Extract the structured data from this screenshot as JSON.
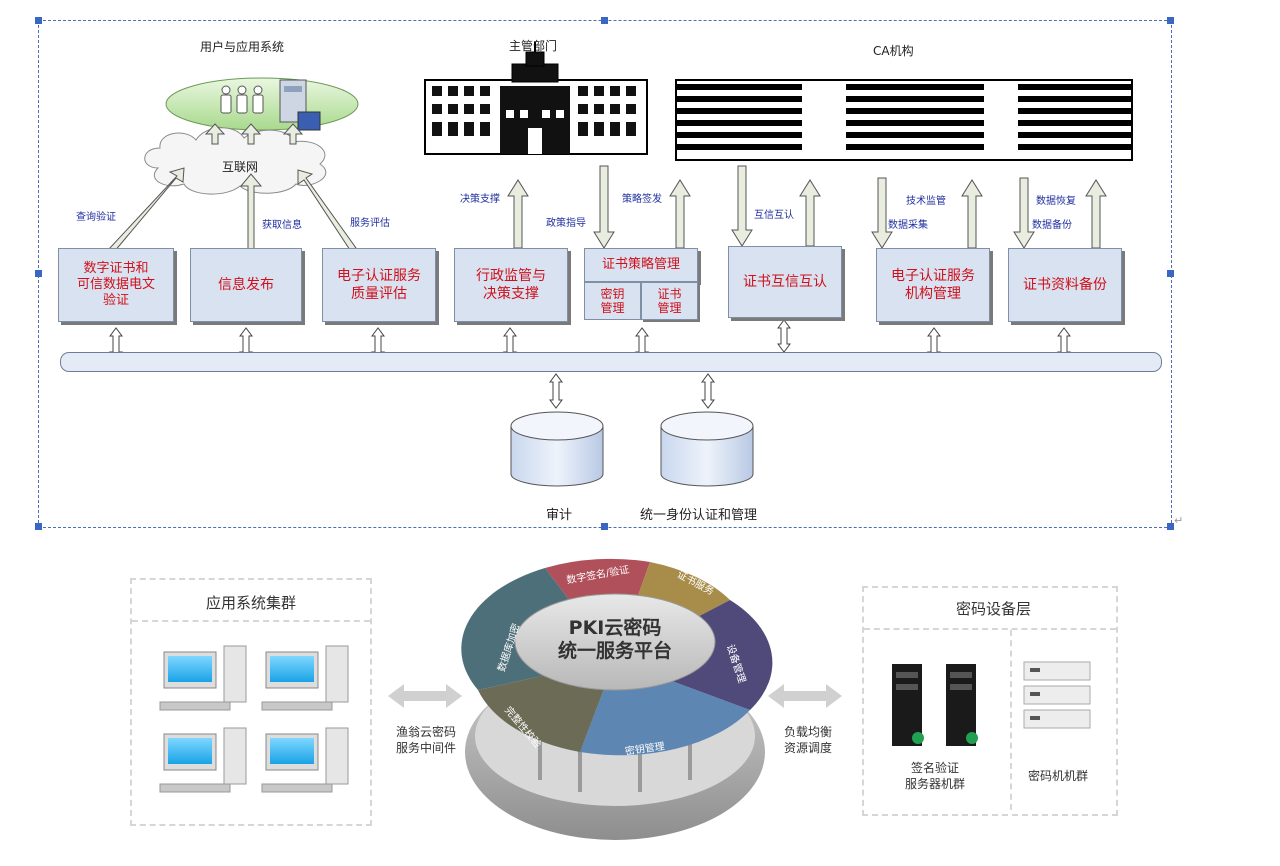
{
  "top_diagram": {
    "users_title": "用户与应用系统",
    "internet_label": "互联网",
    "authority_title": "主管部门",
    "ca_title": "CA机构",
    "arrow_labels": {
      "query_verify": "查询验证",
      "get_info": "获取信息",
      "service_eval": "服务评估",
      "decision_support": "决策支撑",
      "policy_guide": "政策指导",
      "policy_sign": "策略签发",
      "mutual_trust": "互信互认",
      "tech_supervision": "技术监管",
      "data_collection": "数据采集",
      "data_restore": "数据恢复",
      "data_backup": "数据备份"
    },
    "boxes": {
      "cert_verify": "数字证书和\n可信数据电文\n验证",
      "info_publish": "信息发布",
      "service_quality": "电子认证服务\n质量评估",
      "admin_supervise": "行政监管与\n决策支撑",
      "policy_mgmt": "证书策略管理",
      "key_mgmt": "密钥\n管理",
      "cert_mgmt": "证书\n管理",
      "cross_cert": "证书互信互认",
      "agency_mgmt": "电子认证服务\n机构管理",
      "backup": "证书资料备份"
    },
    "databases": {
      "audit": "审计",
      "identity": "统一身份认证和管理"
    }
  },
  "bottom_diagram": {
    "app_cluster_title": "应用系统集群",
    "middleware_label": "渔翁云密码\n服务中间件",
    "platform_title": "PKI云密码\n统一服务平台",
    "segments": [
      "数字签名/验证",
      "证书服务",
      "设备管理",
      "密钥管理",
      "完整性校验",
      "数据库加密"
    ],
    "load_balance_label": "负载均衡\n资源调度",
    "crypto_layer_title": "密码设备层",
    "sign_cluster_label": "签名验证\n服务器机群",
    "crypto_cluster_label": "密码机机群"
  }
}
